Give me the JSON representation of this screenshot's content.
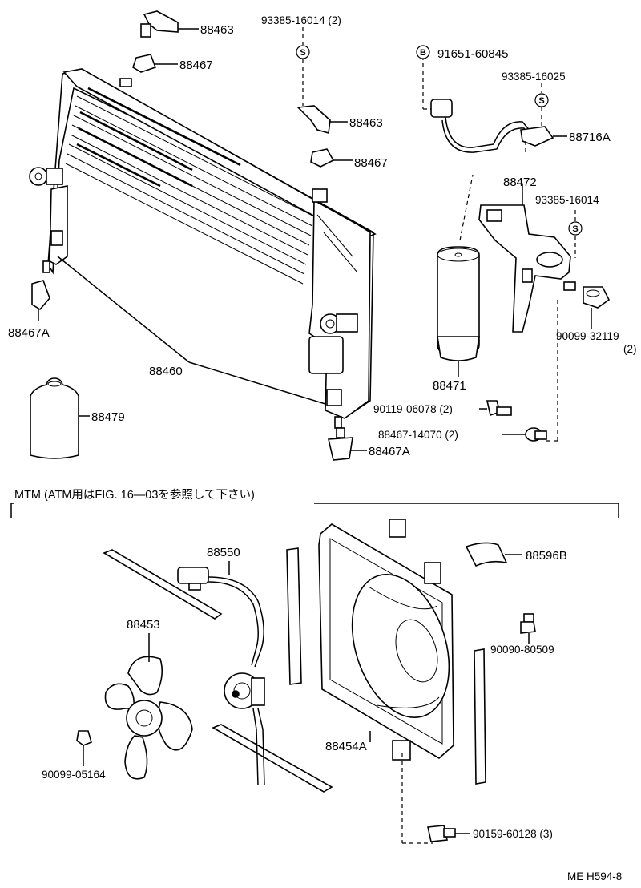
{
  "labels": {
    "p88463_a": "88463",
    "p88467_a": "88467",
    "p93385_16014_top": "93385-16014 (2)",
    "p88463_b": "88463",
    "p88467_b": "88467",
    "p91651": "91651-60845",
    "p93385_16025": "93385-16025",
    "p88716A": "88716A",
    "p88472": "88472",
    "p93385_16014_mid": "93385-16014",
    "p88467A_left": "88467A",
    "p88460": "88460",
    "p88471": "88471",
    "p90099_32119": "90099-32119",
    "p90099_32119_qty": "(2)",
    "p90119": "90119-06078 (2)",
    "p88479": "88479",
    "p88467_14070": "88467-14070 (2)",
    "p88467A_bottom": "88467A",
    "p88550": "88550",
    "p88596B": "88596B",
    "p88453": "88453",
    "p90090": "90090-80509",
    "p88454A": "88454A",
    "p90099_05164": "90099-05164",
    "p90159": "90159-60128 (3)"
  },
  "section_title": "MTM (ATM用はFIG. 16—03を参照して下さい)",
  "symbols": {
    "s": "S",
    "b": "B"
  },
  "figure_code": "ME H594-8"
}
